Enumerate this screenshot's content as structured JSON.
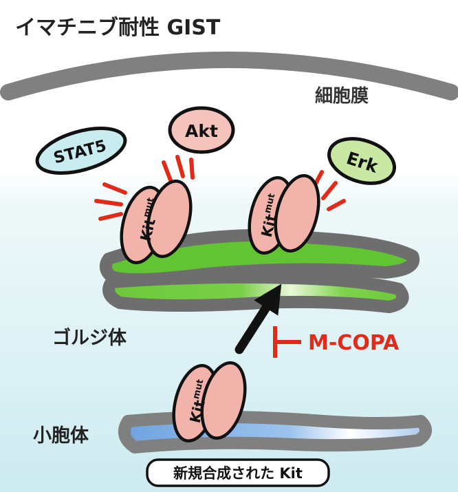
{
  "title": "イマチニブ耐性 GIST",
  "labels": {
    "membrane": "細胞膜",
    "golgi": "ゴルジ体",
    "vesicle": "小胞体",
    "new_kit": "新規合成された Kit",
    "inhibitor": "M-COPA"
  },
  "signals": {
    "stat5": "STAT5",
    "akt": "Akt",
    "erk": "Erk"
  },
  "receptor": {
    "name": "Kit",
    "superscript": "mut"
  },
  "colors": {
    "membrane": "#808080",
    "golgi_outline": "#6e6e6e",
    "golgi_fill": "#62c432",
    "kit_fill": "#f2b3ab",
    "stat5_fill": "#c9ecf0",
    "akt_fill": "#f4c3bb",
    "erk_fill": "#c8e8a4",
    "inhibitor": "#e02a1a",
    "arrow": "#111111"
  }
}
